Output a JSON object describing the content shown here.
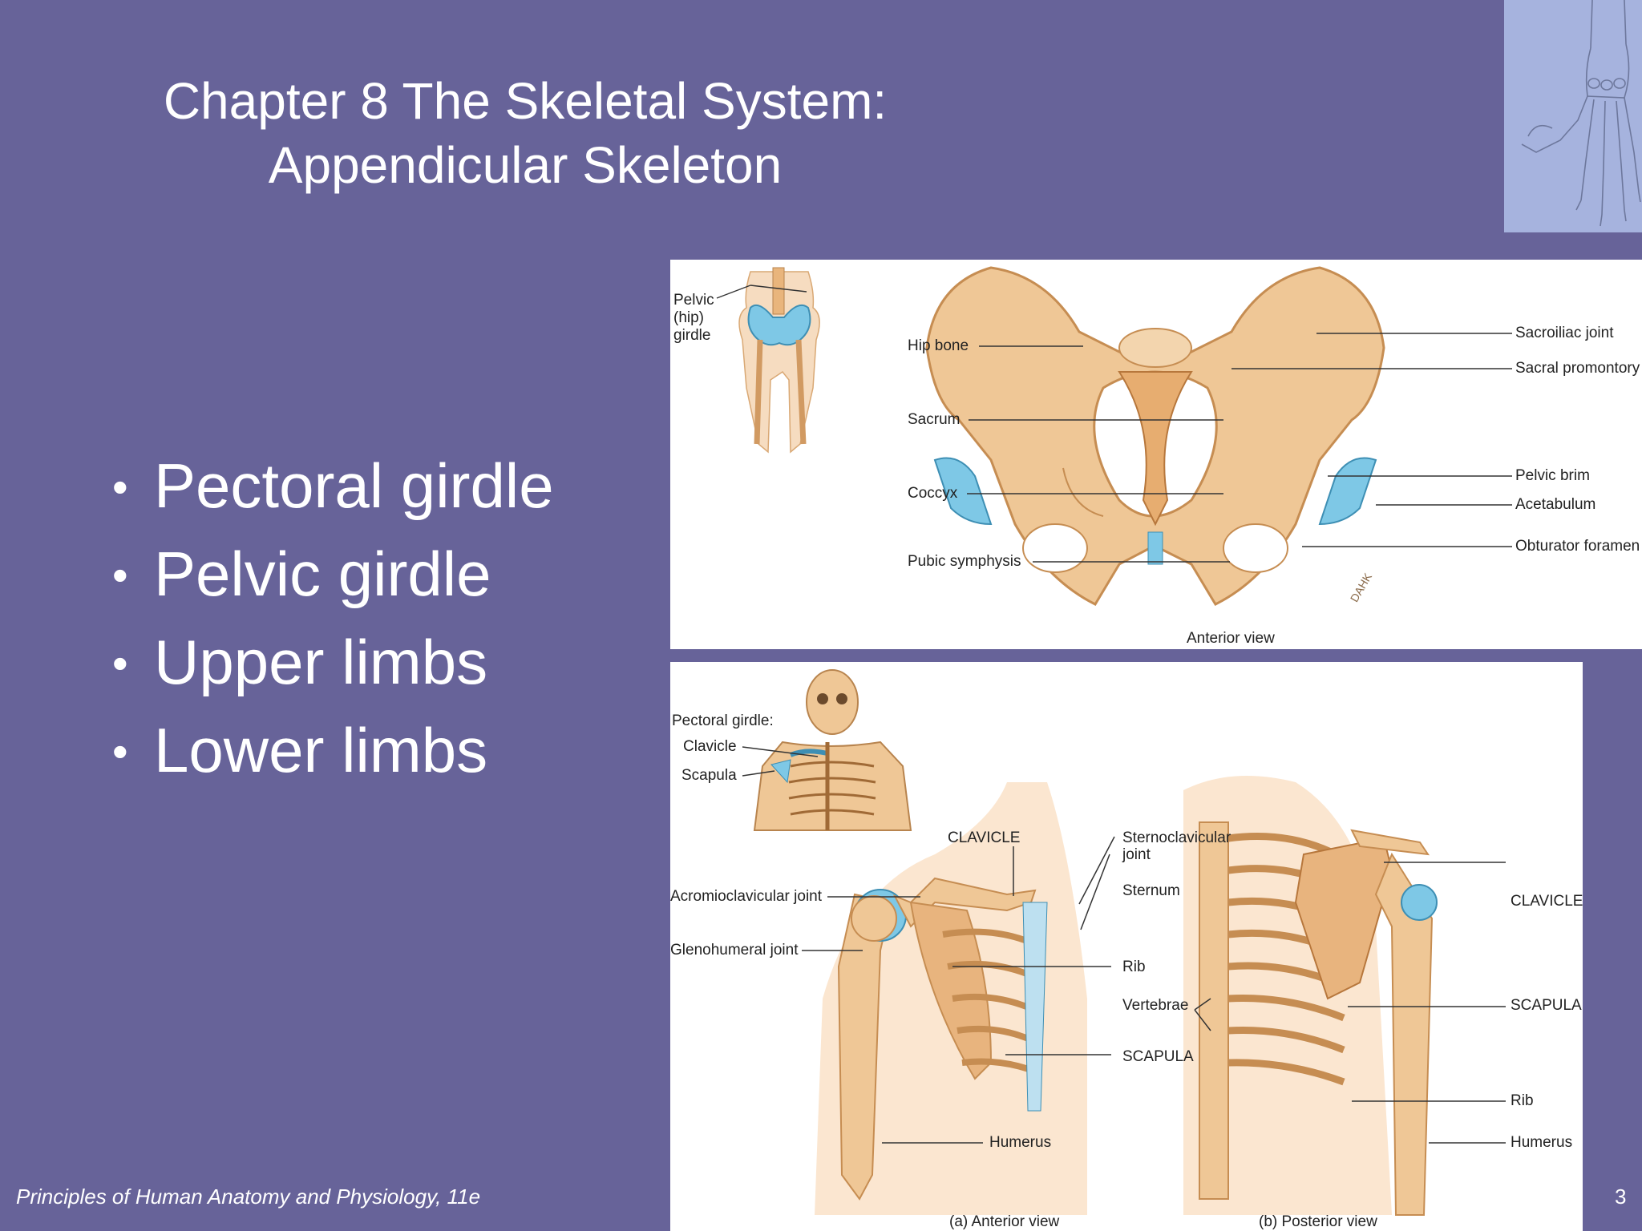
{
  "title": {
    "line1": "Chapter 8 The Skeletal System:",
    "line2": "Appendicular Skeleton"
  },
  "bullets": [
    "Pectoral girdle",
    "Pelvic girdle",
    "Upper limbs",
    "Lower limbs"
  ],
  "bullet_glyph": "•",
  "pelvis_figure": {
    "inset_label_lines": [
      "Pelvic",
      "(hip)",
      "girdle"
    ],
    "left_labels": [
      "Hip bone",
      "Sacrum",
      "Coccyx",
      "Pubic symphysis"
    ],
    "right_labels": [
      "Sacroiliac joint",
      "Sacral promontory",
      "Pelvic brim",
      "Acetabulum",
      "Obturator foramen"
    ],
    "caption": "Anterior view",
    "signature": "DAHK"
  },
  "pectoral_figure": {
    "inset_title": "Pectoral girdle:",
    "inset_labels": [
      "Clavicle",
      "Scapula"
    ],
    "anterior_labels": {
      "clavicle": "CLAVICLE",
      "sternoclavicular_lines": [
        "Sternoclavicular",
        "joint"
      ],
      "sternum": "Sternum",
      "acromioclavicular": "Acromioclavicular joint",
      "glenohumeral": "Glenohumeral joint",
      "rib": "Rib",
      "vertebrae": "Vertebrae",
      "scapula": "SCAPULA",
      "humerus": "Humerus"
    },
    "posterior_labels": {
      "clavicle": "CLAVICLE",
      "scapula": "SCAPULA",
      "rib": "Rib",
      "humerus": "Humerus"
    },
    "caption_a": "(a) Anterior view",
    "caption_b": "(b) Posterior view"
  },
  "footer": "Principles of Human Anatomy and Physiology, 11e",
  "page_number": "3",
  "colors": {
    "background": "#676399",
    "bone": "#e9b57c",
    "cartilage": "#7ec8e6",
    "corner_image_bg": "#a6b3de"
  }
}
